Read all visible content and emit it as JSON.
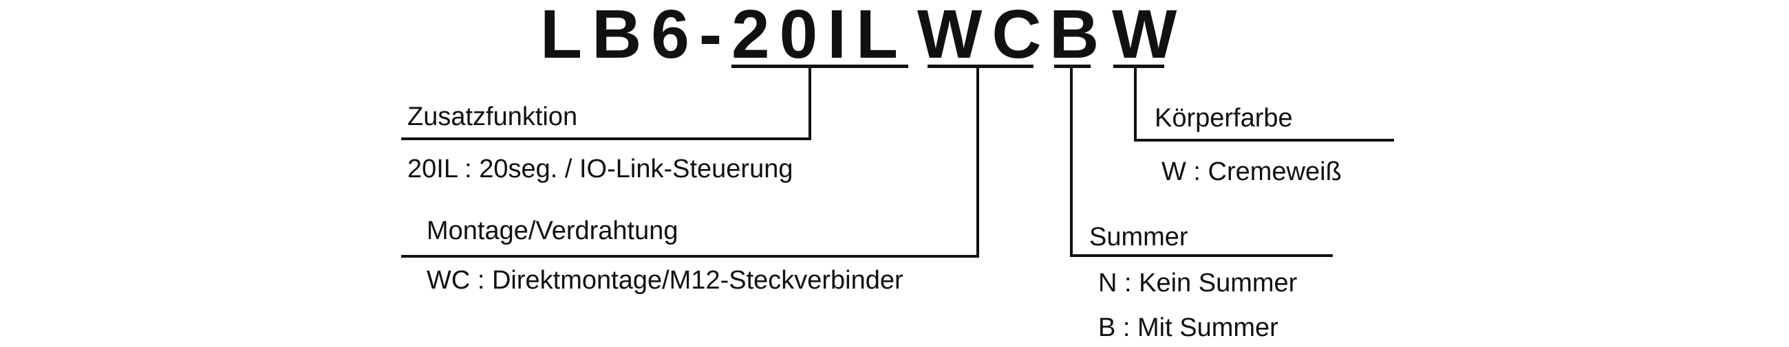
{
  "model_code": {
    "prefix": "LB6-",
    "segments": {
      "function": "20IL",
      "mounting": "WC",
      "buzzer": "B",
      "color": "W"
    }
  },
  "fields": {
    "function": {
      "title": "Zusatzfunktion",
      "options": [
        "20IL : 20seg. / IO-Link-Steuerung"
      ]
    },
    "mounting": {
      "title": "Montage/Verdrahtung",
      "options": [
        "WC : Direktmontage/M12-Steckverbinder"
      ]
    },
    "buzzer": {
      "title": "Summer",
      "options": [
        "N : Kein Summer",
        "B : Mit Summer"
      ]
    },
    "color": {
      "title": "Körperfarbe",
      "options": [
        "W : Cremeweiß"
      ]
    }
  }
}
